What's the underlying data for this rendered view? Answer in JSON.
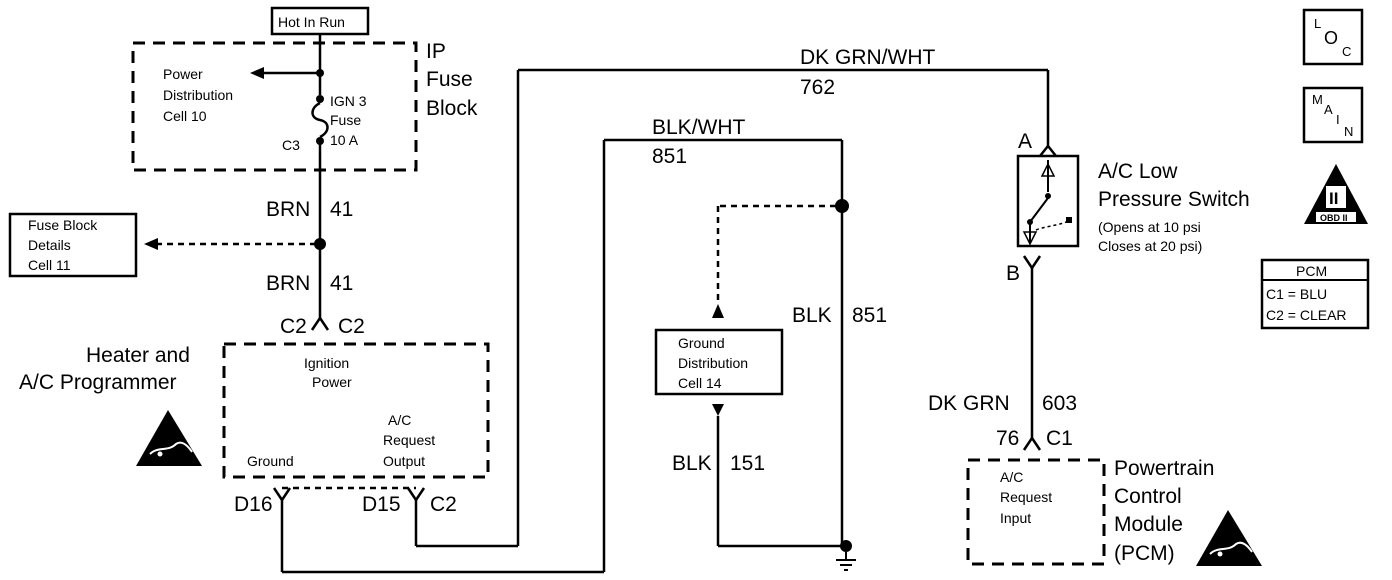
{
  "hot_in_run": "Hot In Run",
  "ip_fuse_block": {
    "line1": "IP",
    "line2": "Fuse",
    "line3": "Block"
  },
  "power_distribution": {
    "line1": "Power",
    "line2": "Distribution",
    "line3": "Cell 10"
  },
  "fuse": {
    "line1": "IGN 3",
    "line2": "Fuse",
    "line3": "10 A",
    "connector": "C3"
  },
  "brn_41_upper": {
    "color": "BRN",
    "circuit": "41"
  },
  "brn_41_lower": {
    "color": "BRN",
    "circuit": "41"
  },
  "fuse_block_details": {
    "line1": "Fuse Block",
    "line2": "Details",
    "line3": "Cell 11"
  },
  "c2_left": "C2",
  "c2_right": "C2",
  "heater_programmer": {
    "line1": "Heater and",
    "line2": "A/C Programmer"
  },
  "ignition_power": {
    "line1": "Ignition",
    "line2": "Power"
  },
  "ac_request_output": {
    "line1": "A/C",
    "line2": "Request",
    "line3": "Output"
  },
  "ground_label": "Ground",
  "d16": "D16",
  "d15": "D15",
  "c2_bottom": "C2",
  "dk_grn_wht": {
    "color": "DK GRN/WHT",
    "circuit": "762"
  },
  "blk_wht": {
    "color": "BLK/WHT",
    "circuit": "851"
  },
  "blk_851": {
    "color": "BLK",
    "circuit": "851"
  },
  "ground_distribution": {
    "line1": "Ground",
    "line2": "Distribution",
    "line3": "Cell 14"
  },
  "blk_151": {
    "color": "BLK",
    "circuit": "151"
  },
  "pin_a": "A",
  "pin_b": "B",
  "low_pressure_switch": {
    "line1": "A/C Low",
    "line2": "Pressure Switch",
    "note1": "(Opens at 10 psi",
    "note2": "Closes at 20 psi)"
  },
  "dk_grn_603": {
    "color": "DK GRN",
    "circuit": "603"
  },
  "pcm_pin": {
    "pin": "76",
    "connector": "C1"
  },
  "ac_request_input": {
    "line1": "A/C",
    "line2": "Request",
    "line3": "Input"
  },
  "pcm_module": {
    "line1": "Powertrain",
    "line2": "Control",
    "line3": "Module",
    "line4": "(PCM)"
  },
  "loc_icon": {
    "l": "L",
    "o": "O",
    "c": "C"
  },
  "main_icon": {
    "m": "M",
    "a": "A",
    "i": "I",
    "n": "N"
  },
  "obd_icon": {
    "numeral": "II",
    "text": "OBD II"
  },
  "pcm_table": {
    "title": "PCM",
    "row1": "C1 = BLU",
    "row2": "C2 = CLEAR"
  }
}
